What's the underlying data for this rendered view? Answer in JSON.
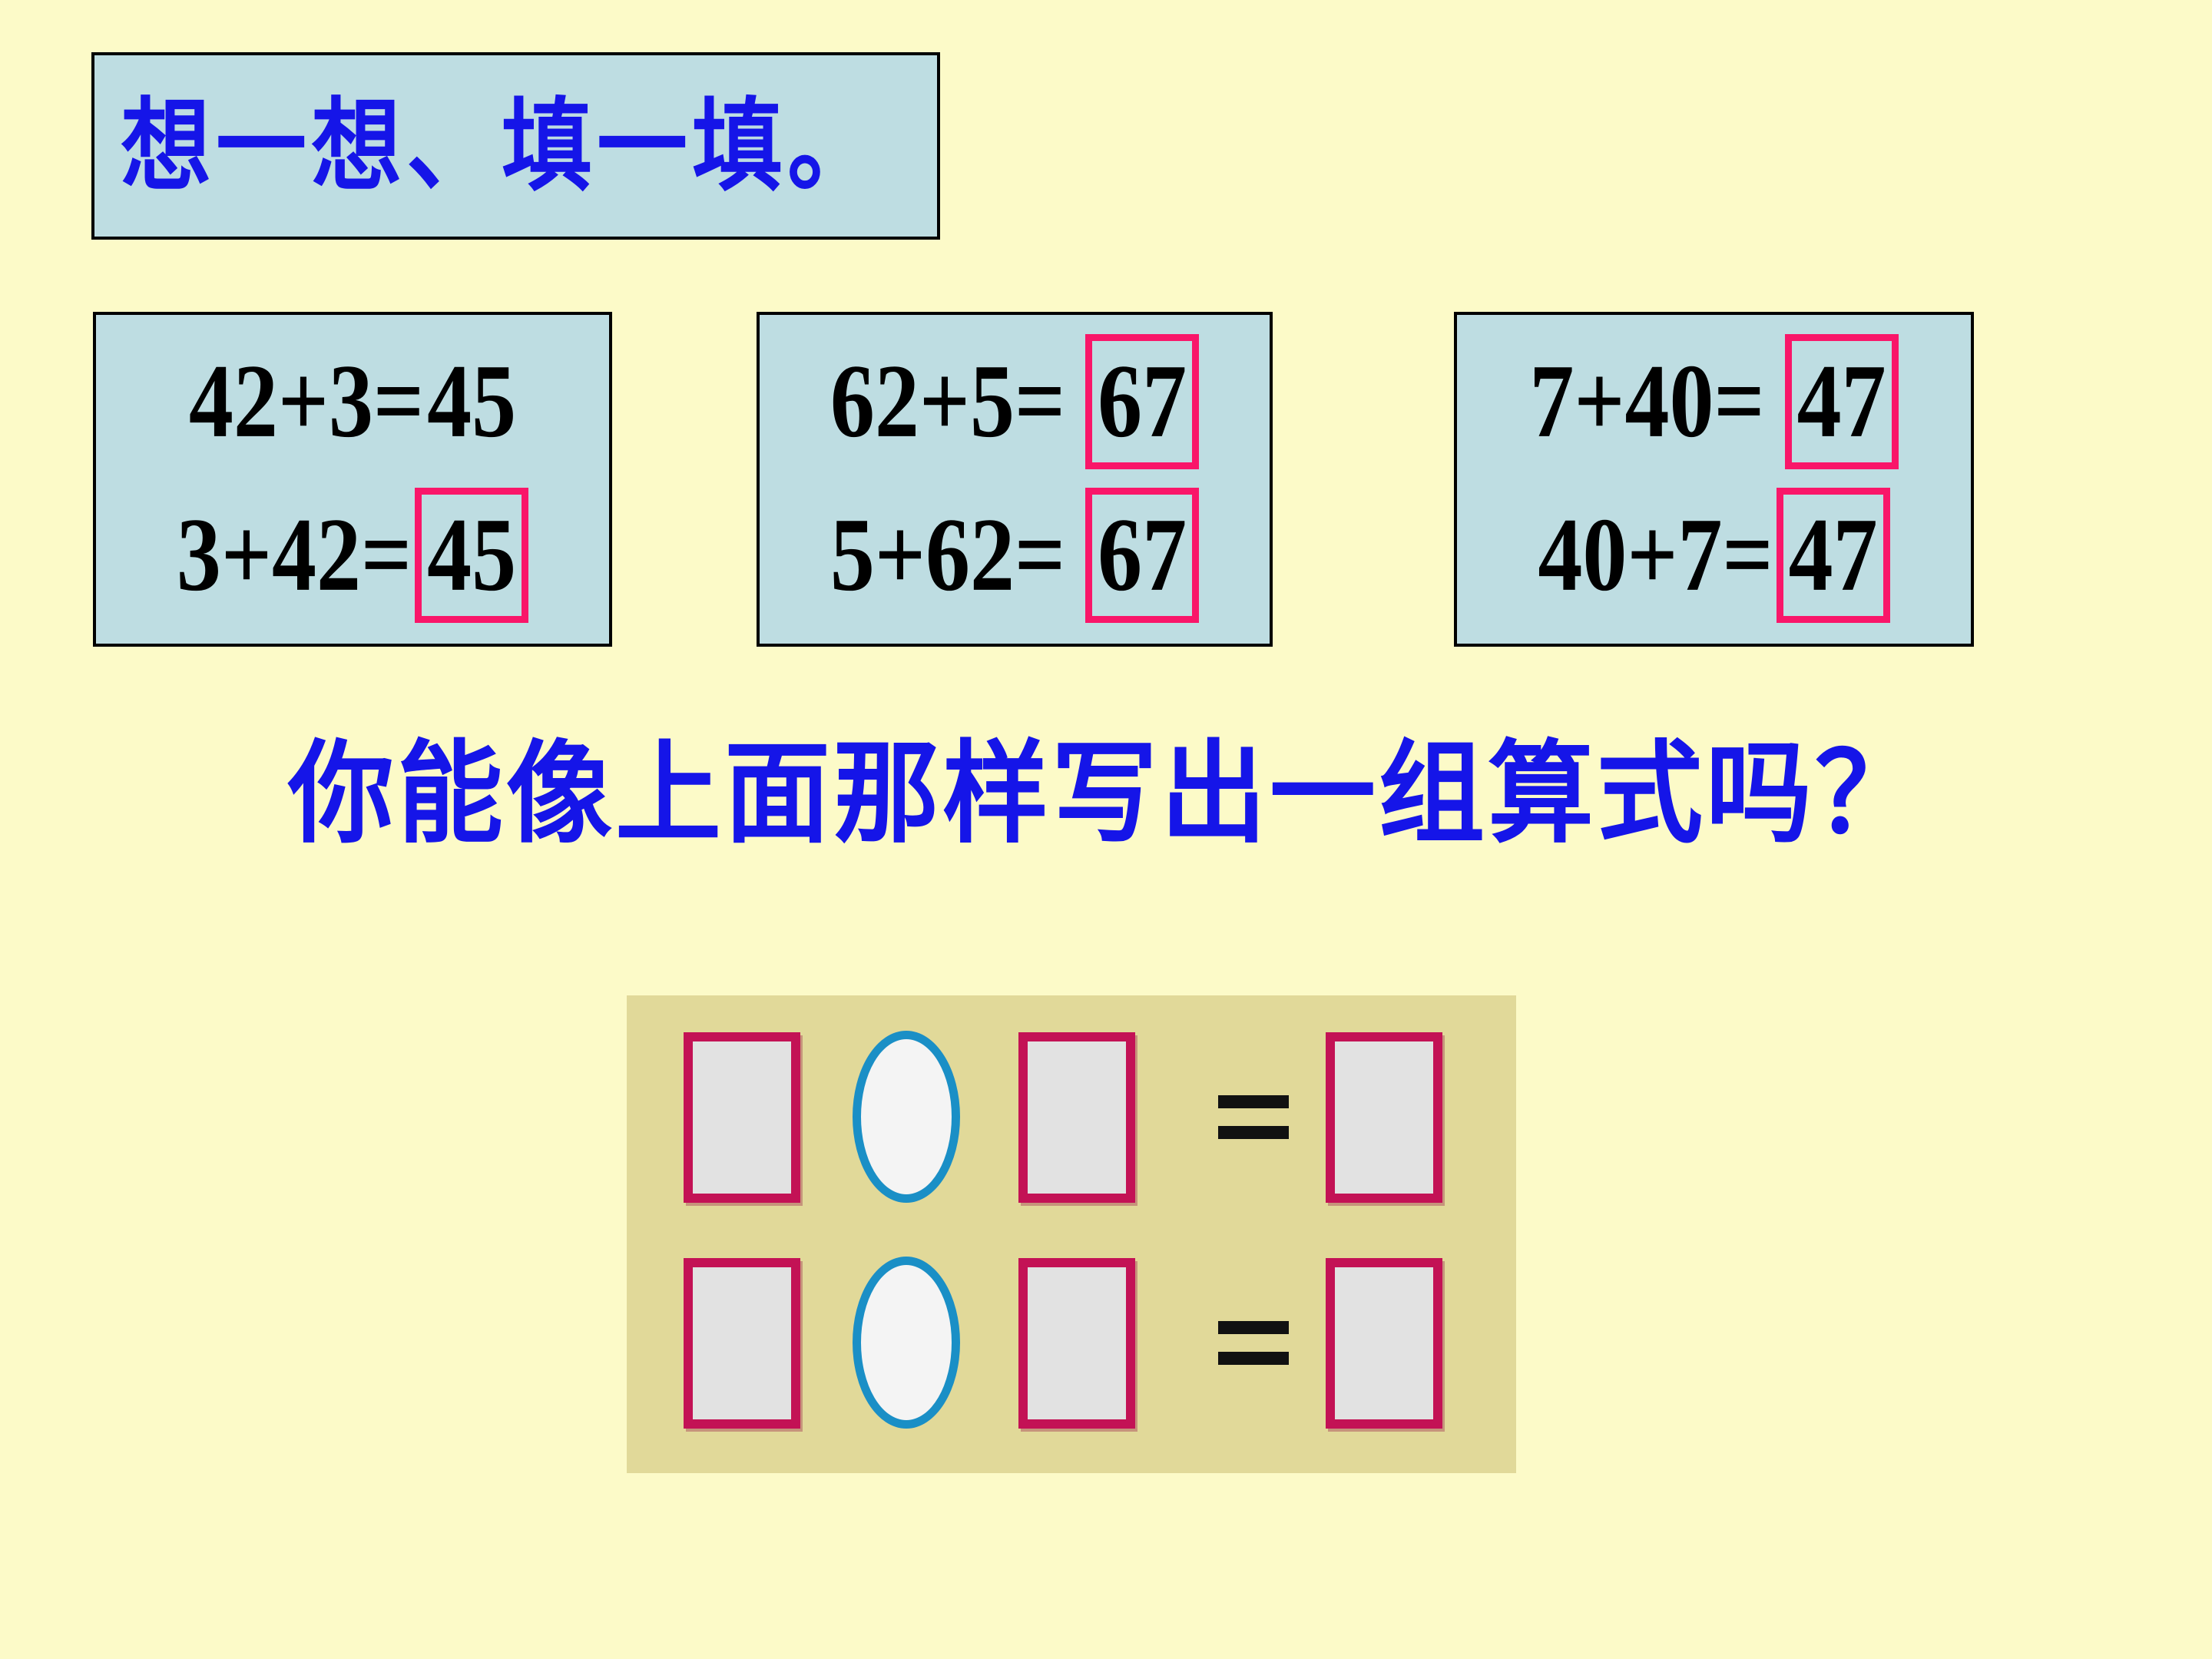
{
  "page": {
    "background_color": "#FCFAC8"
  },
  "title_banner": {
    "text": "想一想、填一填。",
    "text_color": "#1515E8",
    "background_color": "#BEDDE2",
    "border_color": "#000000"
  },
  "equation_cards": [
    {
      "name": "card-42-3",
      "lines": [
        {
          "expression": "42+3=",
          "answer": "45",
          "boxed": false
        },
        {
          "expression": "3+42=",
          "answer": "45",
          "boxed": true
        }
      ]
    },
    {
      "name": "card-62-5",
      "lines": [
        {
          "expression": "62+5=",
          "answer": "67",
          "boxed": true
        },
        {
          "expression": "5+62=",
          "answer": "67",
          "boxed": true
        }
      ]
    },
    {
      "name": "card-7-40",
      "lines": [
        {
          "expression": "7+40=",
          "answer": "47",
          "boxed": true
        },
        {
          "expression": "40+7=",
          "answer": "47",
          "boxed": true
        }
      ]
    }
  ],
  "question": {
    "text": "你能像上面那样写出一组算式吗？",
    "text_color": "#1515E8"
  },
  "worksheet": {
    "background_color": "#E1D999",
    "box_border_color": "#C31255",
    "box_fill_color": "#E2E2E2",
    "oval_border_color": "#1A8FC6",
    "equals_color": "#111111",
    "rows": [
      {
        "name": "blank-equation-row-1",
        "cells": [
          {
            "kind": "blank-box",
            "value": ""
          },
          {
            "kind": "operator-circle",
            "value": ""
          },
          {
            "kind": "blank-box",
            "value": ""
          },
          {
            "kind": "equals-sign",
            "value": "="
          },
          {
            "kind": "blank-box",
            "value": ""
          }
        ]
      },
      {
        "name": "blank-equation-row-2",
        "cells": [
          {
            "kind": "blank-box",
            "value": ""
          },
          {
            "kind": "operator-circle",
            "value": ""
          },
          {
            "kind": "blank-box",
            "value": ""
          },
          {
            "kind": "equals-sign",
            "value": "="
          },
          {
            "kind": "blank-box",
            "value": ""
          }
        ]
      }
    ]
  },
  "colors": {
    "accent_pink": "#F91669",
    "accent_blue": "#1515E8",
    "card_blue": "#BEDDE2",
    "worksheet_khaki": "#E1D999",
    "worksheet_crimson": "#C31255",
    "worksheet_teal": "#1A8FC6"
  }
}
